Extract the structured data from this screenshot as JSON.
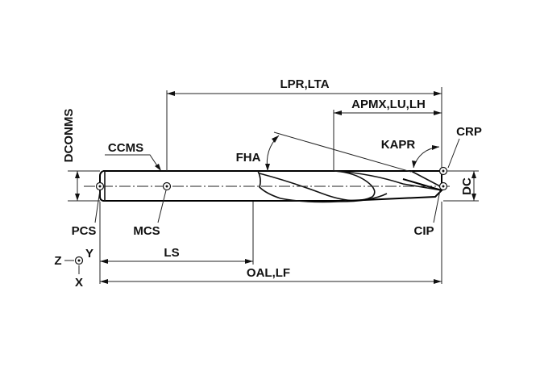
{
  "labels": {
    "lpr_lta": "LPR,LTA",
    "apmx": "APMX,LU,LH",
    "dconms": "DCONMS",
    "ccms": "CCMS",
    "fha": "FHA",
    "kapr": "KAPR",
    "crp": "CRP",
    "dc": "DC",
    "pcs": "PCS",
    "mcs": "MCS",
    "cip": "CIP",
    "ls": "LS",
    "oal_lf": "OAL,LF",
    "axis_z": "Z",
    "axis_y": "Y",
    "axis_x": "X"
  }
}
